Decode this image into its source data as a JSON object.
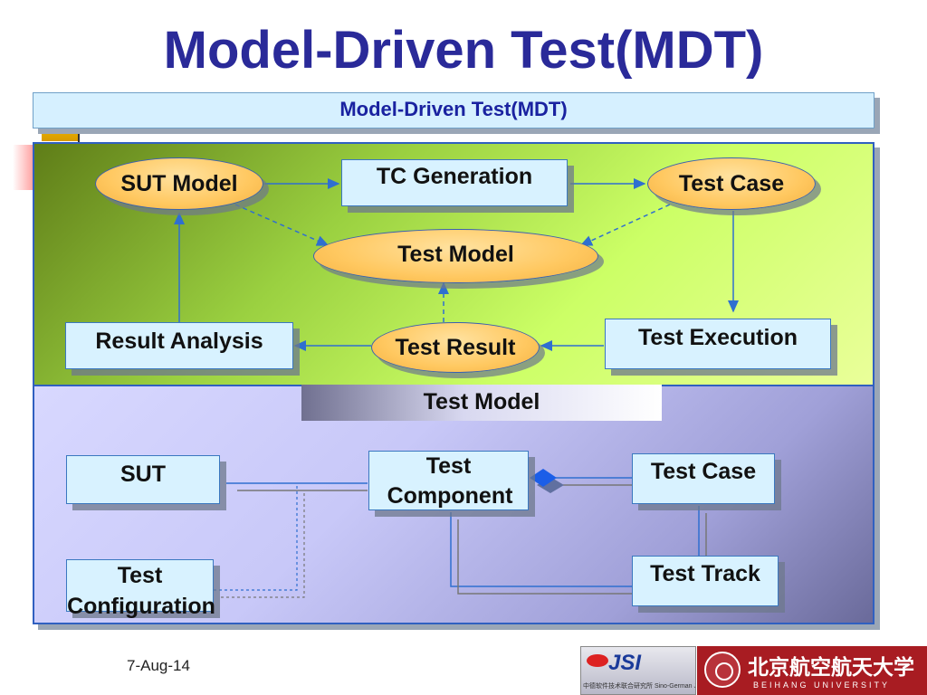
{
  "title": "Model-Driven Test(MDT)",
  "header": "Model-Driven Test(MDT)",
  "section_label": "Test Model",
  "process": {
    "sut_model": "SUT Model",
    "tc_generation": "TC Generation",
    "test_case": "Test Case",
    "test_model": "Test Model",
    "result_analysis": "Result Analysis",
    "test_result": "Test Result",
    "test_execution": "Test Execution"
  },
  "structure": {
    "sut": "SUT",
    "test_component_l1": "Test",
    "test_component_l2": "Component",
    "test_case": "Test Case",
    "test_configuration_l1": "Test",
    "test_configuration_l2": "Configuration",
    "test_track": "Test Track"
  },
  "footer": {
    "date": "7-Aug-14",
    "logo_jsi": "JSI",
    "logo_jsi_sub": "中德软件技术联合研究所 Sino-German Joint Software Institute",
    "logo_buaa_cn": "北京航空航天大学",
    "logo_buaa_en": "BEIHANG UNIVERSITY"
  },
  "colors": {
    "title": "#2a2a99",
    "connector": "#2f6fd0",
    "oval_fill": "#ffc860",
    "box_fill": "#d8f2ff"
  }
}
